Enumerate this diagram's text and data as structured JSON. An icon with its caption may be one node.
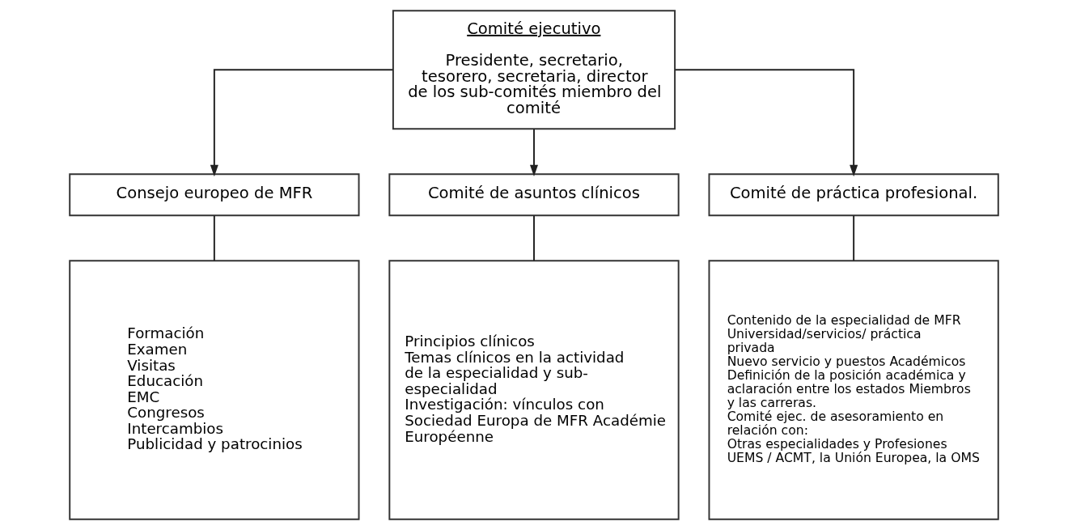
{
  "diagram": {
    "nodes": [
      {
        "text": [
          "Comité ejecutivo",
          "Presidente, secretario, tesorero, secretaria, director de los sub-comités miembro del comité"
        ]
      },
      {
        "text": [
          "Consejo europeo de MFR"
        ]
      },
      {
        "text": [
          "Comité de asuntos clínicos"
        ]
      },
      {
        "text": [
          "Comité de práctica profesional."
        ]
      },
      {
        "text": [
          "Formación",
          "Examen",
          "Visitas",
          "Educación",
          "EMC",
          "Congresos",
          "Intercambios",
          "Publicidad y patrocinios"
        ]
      },
      {
        "text": [
          "Principios clínicos",
          "Temas clínicos en la actividad de la especialidad y sub-especialidad",
          "Investigación: vínculos con Sociedad Europa de MFR Académie Européenne"
        ]
      },
      {
        "text": [
          "Contenido de la especialidad de MFR",
          "Universidad/servicios/ práctica privada",
          "Nuevo servicio y puestos Académicos",
          "Definición de la posición académica y aclaración entre los estados Miembros y las carreras.",
          "Comité ejec. de asesoramiento en relación con:",
          "Otras especialidades y Profesiones UEMS / ACMT, la Unión Europea, la OMS"
        ]
      }
    ],
    "edges": [
      {
        "from": 0,
        "to": 1,
        "arrow": "to"
      },
      {
        "from": 0,
        "to": 2,
        "arrow": "to"
      },
      {
        "from": 0,
        "to": 3,
        "arrow": "to"
      },
      {
        "from": 1,
        "to": 4,
        "arrow": "none"
      },
      {
        "from": 2,
        "to": 5,
        "arrow": "none"
      },
      {
        "from": 3,
        "to": 6,
        "arrow": "none"
      }
    ]
  }
}
